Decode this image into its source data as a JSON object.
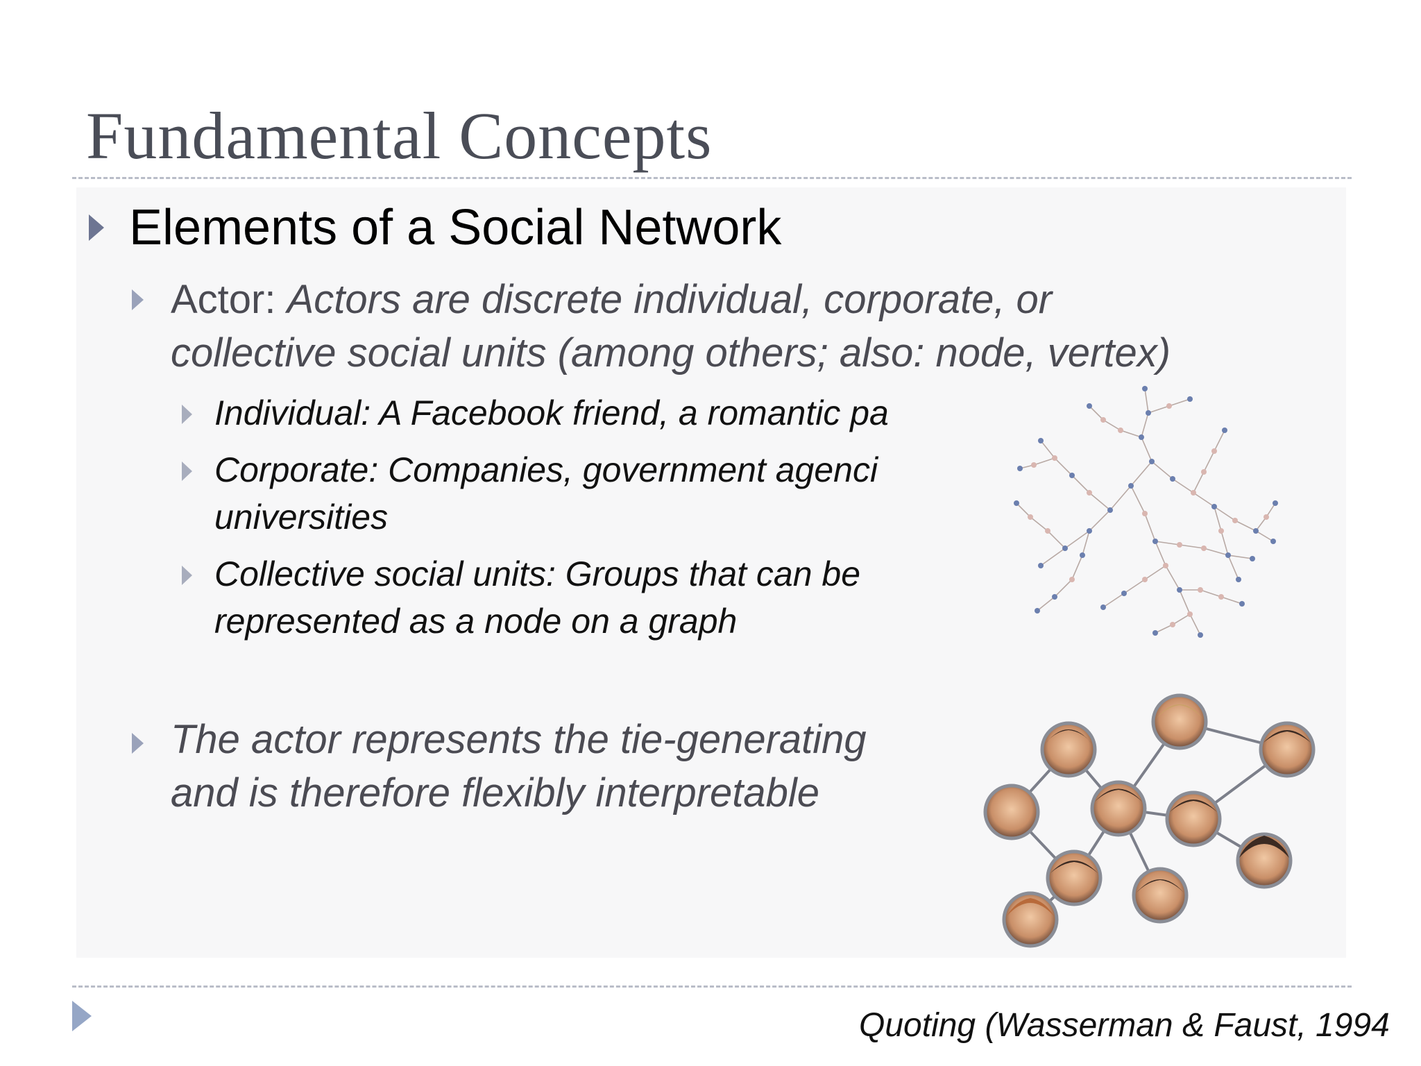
{
  "slide": {
    "title": "Fundamental Concepts",
    "level1": {
      "text": "Elements of a Social Network"
    },
    "actor": {
      "label": "Actor: ",
      "definition_line1": "Actors are discrete individual, corporate, or",
      "definition_line2": "collective social units (among others; also: node, vertex)"
    },
    "subitems": [
      {
        "lines": [
          "Individual: A Facebook friend, a romantic pa"
        ]
      },
      {
        "lines": [
          "Corporate: Companies, government agenci",
          "universities"
        ]
      },
      {
        "lines": [
          "Collective social units: Groups that can be",
          "represented as a node on a graph"
        ]
      }
    ],
    "tie": {
      "line1": "The actor represents the tie-generating",
      "line2": "and is therefore flexibly interpretable"
    },
    "citation": "Quoting (Wasserman & Faust, 1994"
  },
  "colors": {
    "title": "#4a4d57",
    "bullet_level1": "#6d7592",
    "bullet_level2": "#9aa2ba",
    "rule": "#b9bdc8",
    "nav_arrow": "#95a6c6"
  },
  "icons": {
    "bullet": "right-triangle",
    "nav": "play-triangle"
  }
}
